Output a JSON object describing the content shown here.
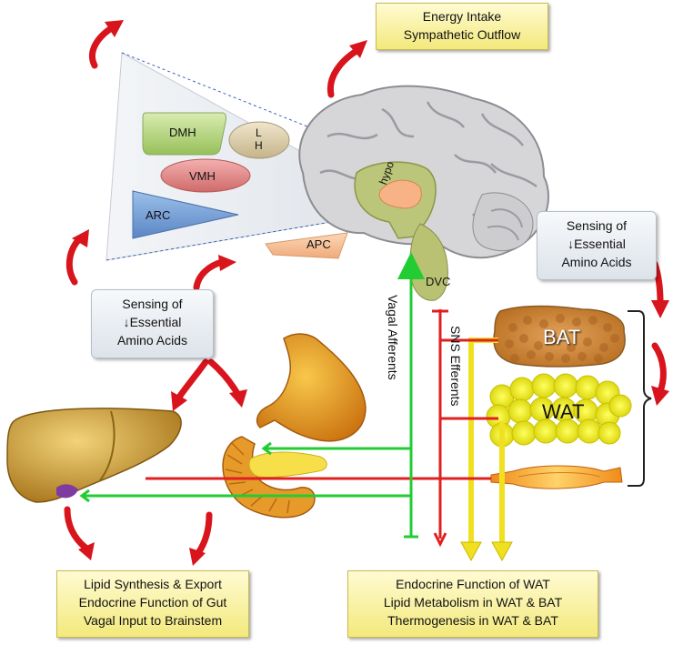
{
  "top_box": {
    "line1": "Energy Intake",
    "line2": "Sympathetic Outflow"
  },
  "left_sensing": {
    "line1": "Sensing of",
    "line2": "↓Essential",
    "line3": "Amino Acids"
  },
  "right_sensing": {
    "line1": "Sensing of",
    "line2": "↓Essential",
    "line3": "Amino Acids"
  },
  "bottom_left_box": {
    "line1": "Lipid Synthesis & Export",
    "line2": "Endocrine Function of Gut",
    "line3": "Vagal Input to Brainstem"
  },
  "bottom_right_box": {
    "line1": "Endocrine Function of WAT",
    "line2": "Lipid Metabolism in WAT & BAT",
    "line3": "Thermogenesis in WAT & BAT"
  },
  "nuclei": {
    "dmh": "DMH",
    "lh": "L\nH",
    "vmh": "VMH",
    "arc": "ARC"
  },
  "brain": {
    "hypo": "hypo",
    "apc": "APC",
    "dvc": "DVC"
  },
  "pathways": {
    "vagal": "Vagal Afferents",
    "sns": "SNS Efferents"
  },
  "tissues": {
    "bat": "BAT",
    "wat": "WAT"
  },
  "colors": {
    "vagal": "#22cc33",
    "sns": "#e02020",
    "endocrine": "#f0e020",
    "feedback_arrow": "#d8141c"
  }
}
